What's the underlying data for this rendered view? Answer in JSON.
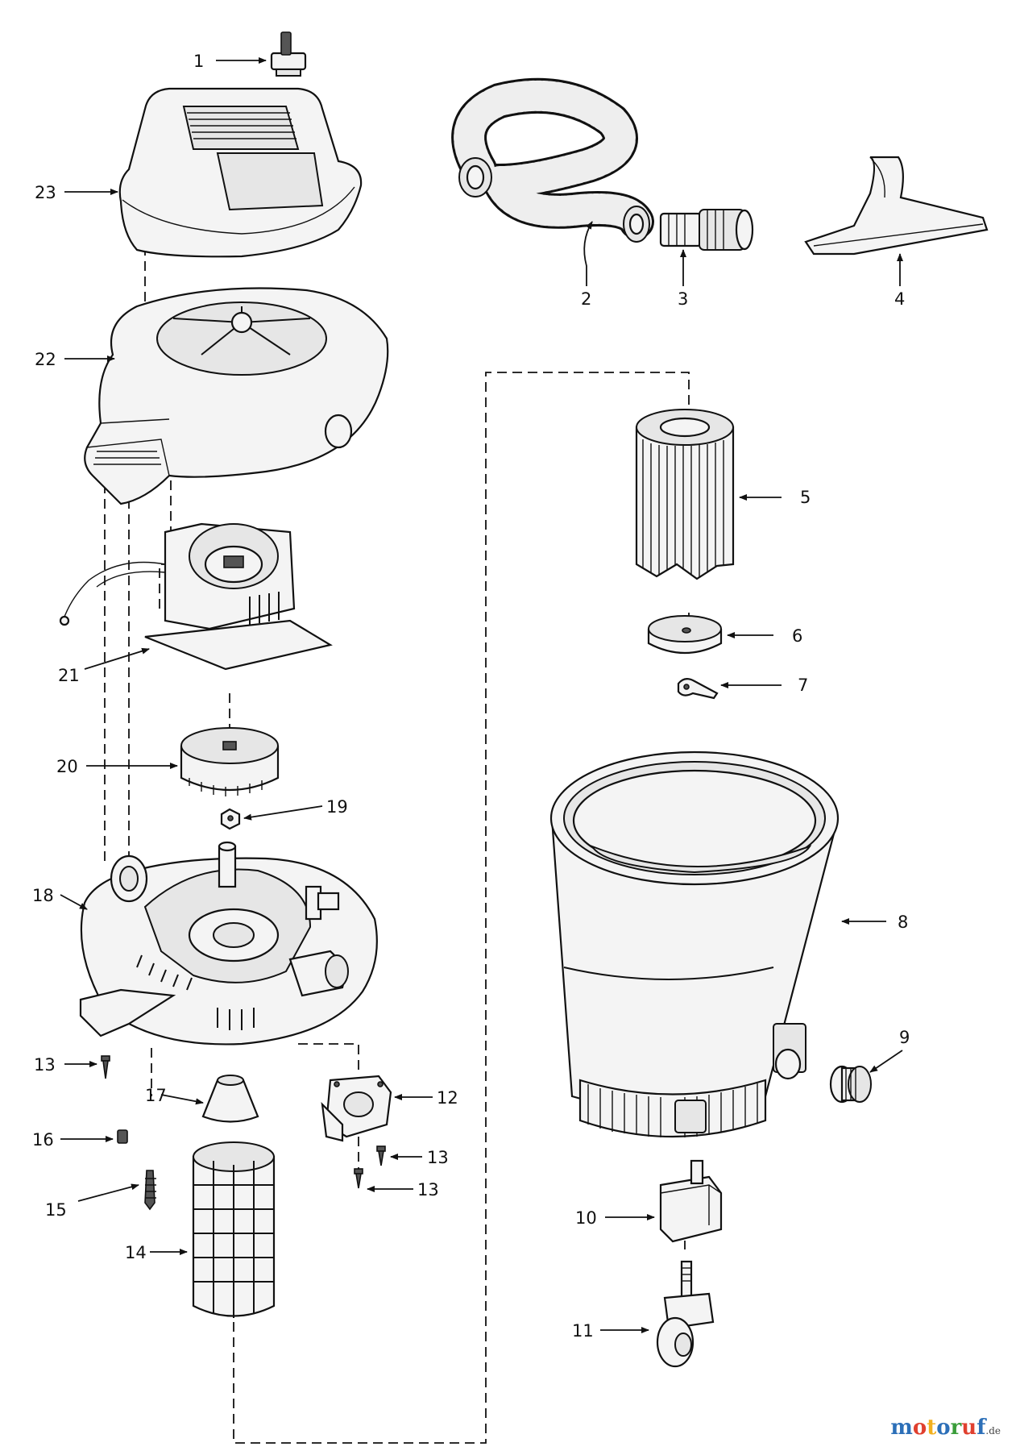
{
  "callouts": {
    "c1": "1",
    "c2": "2",
    "c3": "3",
    "c4": "4",
    "c5": "5",
    "c6": "6",
    "c7": "7",
    "c8": "8",
    "c9": "9",
    "c10": "10",
    "c11": "11",
    "c12": "12",
    "c13a": "13",
    "c13b": "13",
    "c13c": "13",
    "c14": "14",
    "c15": "15",
    "c16": "16",
    "c17": "17",
    "c18": "18",
    "c19": "19",
    "c20": "20",
    "c21": "21",
    "c22": "22",
    "c23": "23"
  },
  "watermark": {
    "letters": [
      "m",
      "o",
      "t",
      "o",
      "r",
      "u",
      "f"
    ],
    "colors": [
      "#2c6fb8",
      "#e0402f",
      "#f2b01e",
      "#2c6fb8",
      "#3a9d3a",
      "#e0402f",
      "#2c6fb8"
    ],
    "suffix": ".de"
  }
}
